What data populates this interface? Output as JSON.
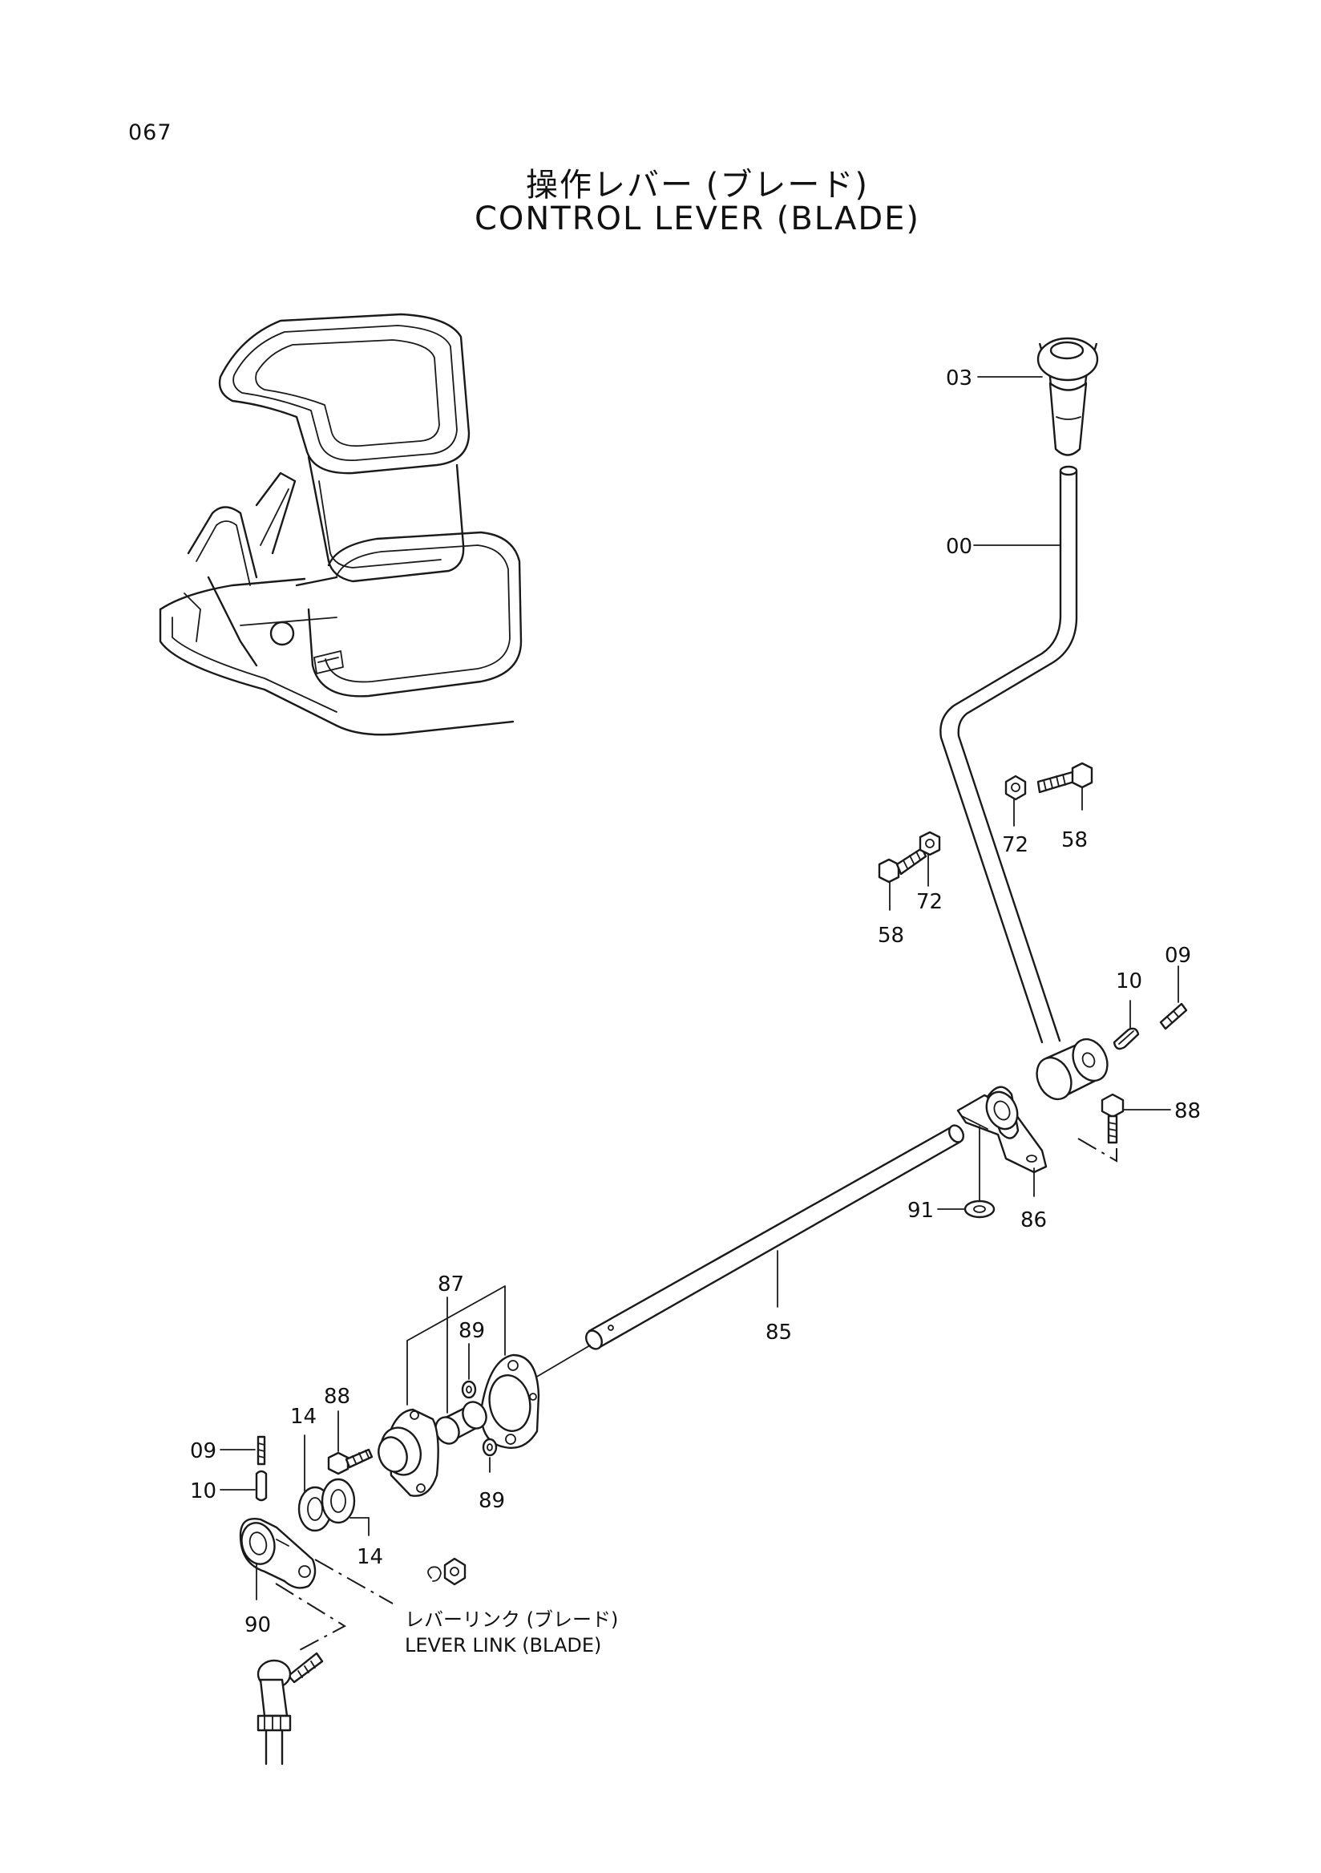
{
  "header": {
    "page_number": "067",
    "title_jp": "操作レバー (ブレード)",
    "title_en": "CONTROL LEVER (BLADE)"
  },
  "callouts": {
    "c03": "03",
    "c00": "00",
    "c72a": "72",
    "c58a": "58",
    "c72b": "72",
    "c58b": "58",
    "c09a": "09",
    "c10a": "10",
    "c88a": "88",
    "c91": "91",
    "c86": "86",
    "c85": "85",
    "c87": "87",
    "c89a": "89",
    "c89b": "89",
    "c88b": "88",
    "c14a": "14",
    "c14b": "14",
    "c09b": "09",
    "c10b": "10",
    "c90": "90"
  },
  "reference": {
    "jp": "レバーリンク (ブレード)",
    "en": "LEVER LINK (BLADE)"
  }
}
